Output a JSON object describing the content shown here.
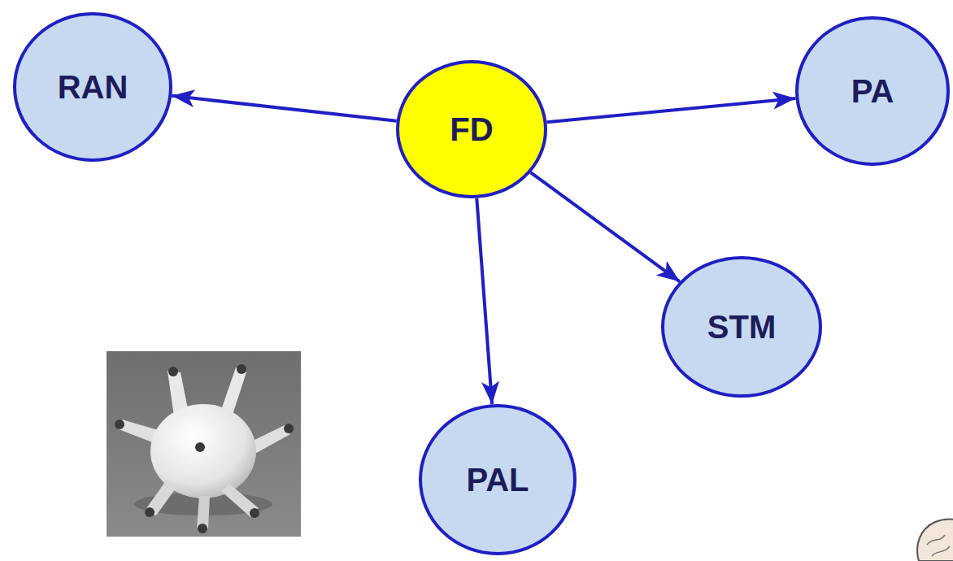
{
  "diagram": {
    "nodes": [
      {
        "text": [
          "RAN"
        ]
      },
      {
        "text": [
          "FD"
        ]
      },
      {
        "text": [
          "PA"
        ]
      },
      {
        "text": [
          "STM"
        ]
      },
      {
        "text": [
          "PAL"
        ]
      }
    ],
    "edges": [
      {
        "from": 1,
        "to": 0,
        "arrow": "to"
      },
      {
        "from": 1,
        "to": 2,
        "arrow": "to"
      },
      {
        "from": 1,
        "to": 3,
        "arrow": "to"
      },
      {
        "from": 1,
        "to": 4,
        "arrow": "to"
      }
    ]
  }
}
